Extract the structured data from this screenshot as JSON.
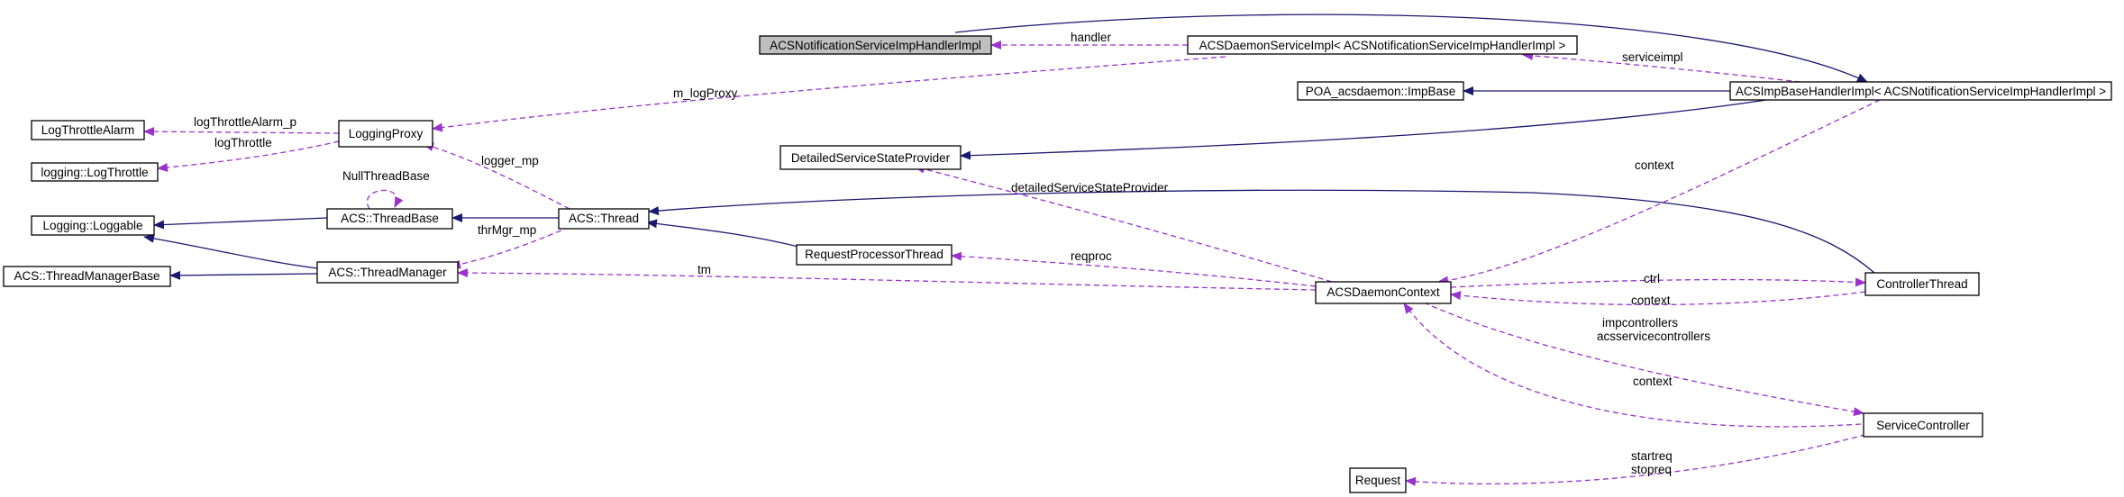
{
  "diagram": {
    "colors": {
      "node_fill": "#ffffff",
      "focus_node_fill": "#bfbfbf",
      "inheritance_edge": "#191970",
      "usage_edge": "#9a32cd"
    },
    "nodes": [
      {
        "id": "n_notif",
        "label": "ACSNotificationServiceImpHandlerImpl",
        "focus": true
      },
      {
        "id": "n_daemon_svc",
        "label": "ACSDaemonServiceImpl< ACSNotificationServiceImpHandlerImpl >"
      },
      {
        "id": "n_poa",
        "label": "POA_acsdaemon::ImpBase"
      },
      {
        "id": "n_impbase",
        "label": "ACSImpBaseHandlerImpl< ACSNotificationServiceImpHandlerImpl >"
      },
      {
        "id": "n_logalarm",
        "label": "LogThrottleAlarm"
      },
      {
        "id": "n_loggingproxy",
        "label": "LoggingProxy"
      },
      {
        "id": "n_logthrottle",
        "label": "logging::LogThrottle"
      },
      {
        "id": "n_detailed",
        "label": "DetailedServiceStateProvider"
      },
      {
        "id": "n_loggable",
        "label": "Logging::Loggable"
      },
      {
        "id": "n_threadbase",
        "label": "ACS::ThreadBase"
      },
      {
        "id": "n_thread",
        "label": "ACS::Thread"
      },
      {
        "id": "n_tmbase",
        "label": "ACS::ThreadManagerBase"
      },
      {
        "id": "n_tm",
        "label": "ACS::ThreadManager"
      },
      {
        "id": "n_reqproc",
        "label": "RequestProcessorThread"
      },
      {
        "id": "n_context",
        "label": "ACSDaemonContext"
      },
      {
        "id": "n_controller",
        "label": "ControllerThread"
      },
      {
        "id": "n_svcctrl",
        "label": "ServiceController"
      },
      {
        "id": "n_request",
        "label": "Request"
      }
    ],
    "edge_labels": {
      "handler": "handler",
      "serviceimpl": "serviceimpl",
      "m_logProxy": "m_logProxy",
      "logThrottleAlarm_p": "logThrottleAlarm_p",
      "logThrottle": "logThrottle",
      "logger_mp": "logger_mp",
      "NullThreadBase": "NullThreadBase",
      "context_impbase": "context",
      "detailedServiceStateProvider": "detailedServiceStateProvider",
      "thrMgr_mp": "thrMgr_mp",
      "reqproc": "reqproc",
      "tm": "tm",
      "ctrl": "ctrl",
      "context_ctrl": "context",
      "impcontrollers": "impcontrollers",
      "acsservicecontrollers": "acsservicecontrollers",
      "context_svc": "context",
      "startreq": "startreq",
      "stopreq": "stopreq"
    }
  }
}
